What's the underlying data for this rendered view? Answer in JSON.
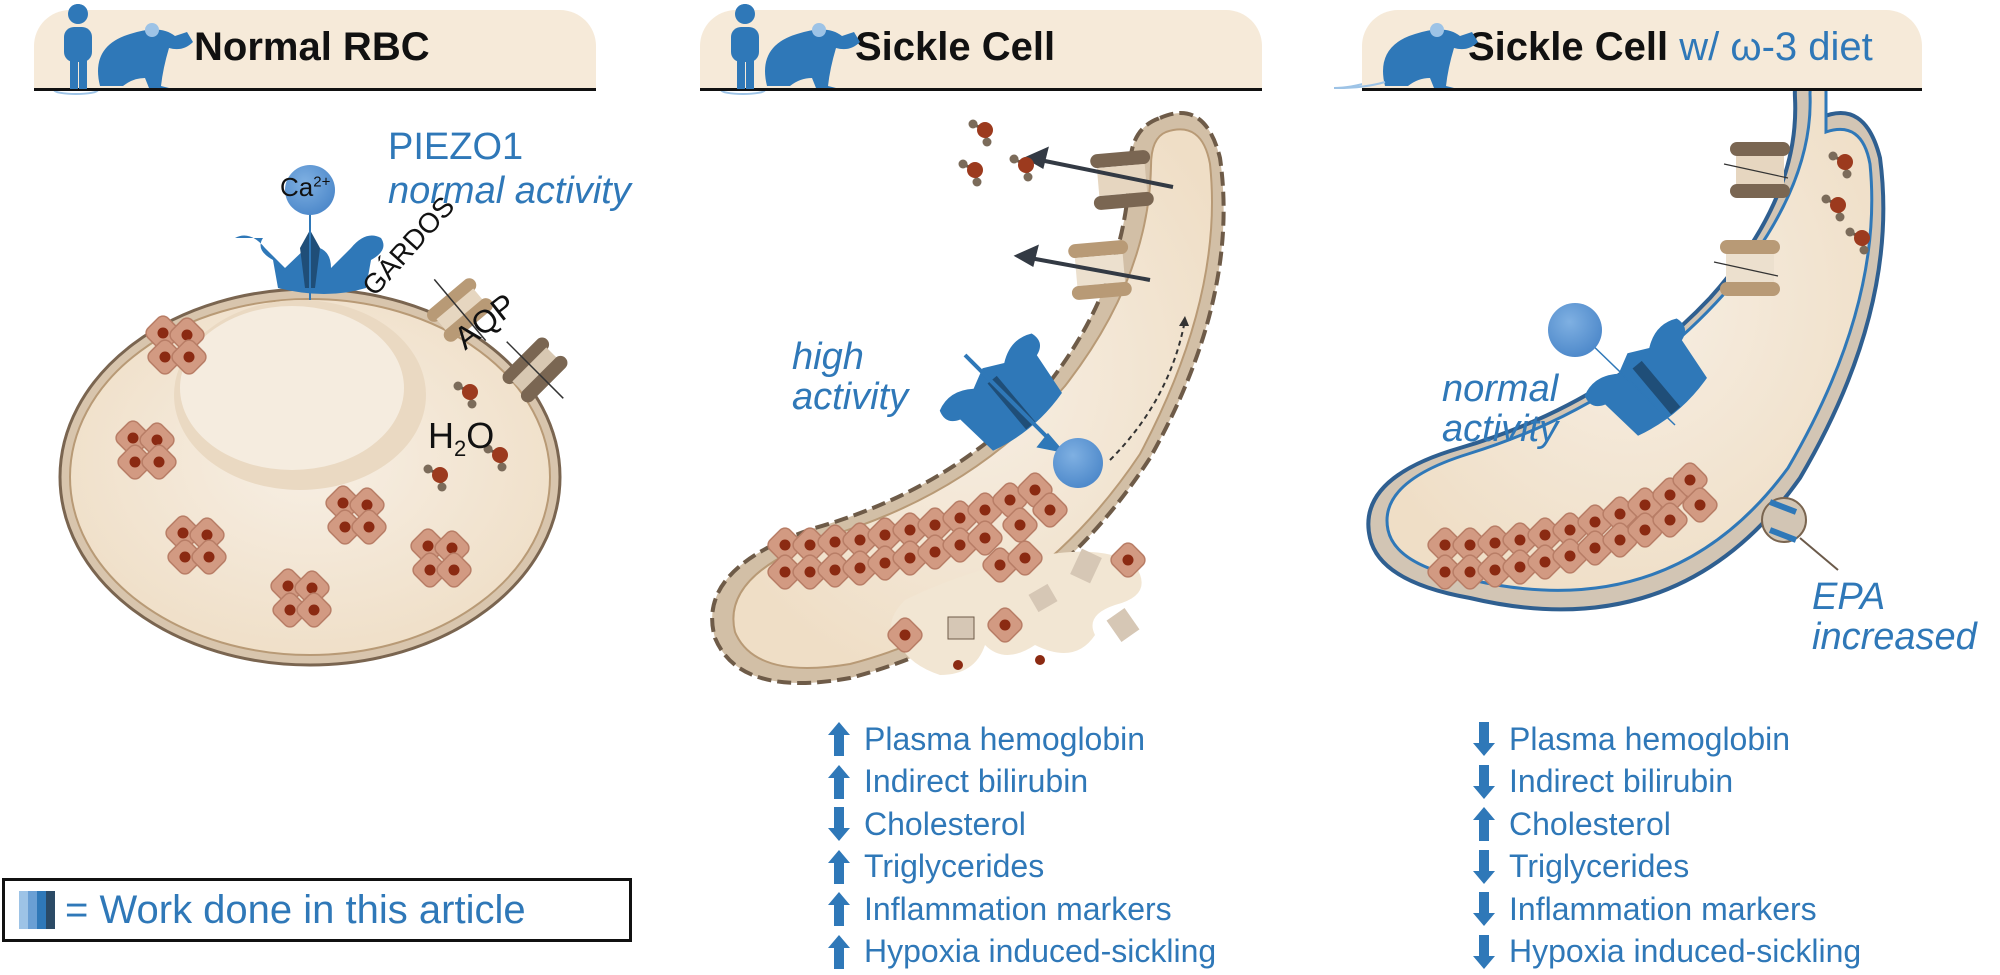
{
  "panels": [
    {
      "title": "Normal RBC",
      "title_suffix": "",
      "icons": [
        "human-icon",
        "mouse-icon"
      ],
      "labels": {
        "channel_name": "PIEZO1",
        "activity": "normal activity",
        "ion": "Ca",
        "ion_charge": "2+",
        "gardos": "GÁRDOS",
        "aqp": "AQP",
        "water_h": "H",
        "water_sub": "2",
        "water_o": "O"
      }
    },
    {
      "title": "Sickle Cell",
      "title_suffix": "",
      "icons": [
        "human-icon",
        "mouse-icon"
      ],
      "labels": {
        "activity_line1": "high",
        "activity_line2": "activity"
      },
      "markers": [
        {
          "direction": "up",
          "label": "Plasma hemoglobin"
        },
        {
          "direction": "up",
          "label": "Indirect bilirubin"
        },
        {
          "direction": "down",
          "label": "Cholesterol"
        },
        {
          "direction": "up",
          "label": "Triglycerides"
        },
        {
          "direction": "up",
          "label": "Inflammation markers"
        },
        {
          "direction": "up",
          "label": "Hypoxia induced-sickling"
        }
      ]
    },
    {
      "title": "Sickle Cell",
      "title_suffix": "w/ ω-3 diet",
      "icons": [
        "mouse-icon"
      ],
      "labels": {
        "activity_line1": "normal",
        "activity_line2": "activity",
        "epa_line1": "EPA",
        "epa_line2": "increased"
      },
      "markers": [
        {
          "direction": "down",
          "label": "Plasma hemoglobin"
        },
        {
          "direction": "down",
          "label": "Indirect bilirubin"
        },
        {
          "direction": "up",
          "label": "Cholesterol"
        },
        {
          "direction": "down",
          "label": "Triglycerides"
        },
        {
          "direction": "down",
          "label": "Inflammation markers"
        },
        {
          "direction": "down",
          "label": "Hypoxia induced-sickling"
        }
      ]
    }
  ],
  "legend": {
    "text": "= Work done in this article",
    "swatch_colors": [
      "#9dc3e6",
      "#6a9fd4",
      "#2f78b8",
      "#2b4a66"
    ]
  },
  "colors": {
    "accent_blue": "#2f78b8",
    "header_bg": "#f6ead9",
    "cell_fill": "#f3e6d3",
    "membrane": "#8a7560"
  }
}
